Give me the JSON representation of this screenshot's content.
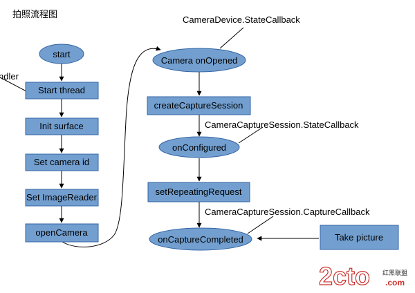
{
  "title": "拍照流程图",
  "nodes": {
    "start": "start",
    "start_thread": "Start thread",
    "init_surface": "Init surface",
    "set_camera_id": "Set camera id",
    "set_image_reader": "Set ImageReader",
    "open_camera": "openCamera",
    "camera_opened": "Camera onOpened",
    "create_session": "createCaptureSession",
    "on_configured": "onConfigured",
    "set_repeating": "setRepeatingRequest",
    "on_capture_completed": "onCaptureCompleted",
    "take_picture": "Take picture"
  },
  "labels": {
    "device_callback": "CameraDevice.StateCallback",
    "session_state_callback": "CameraCaptureSession.StateCallback",
    "capture_callback": "CameraCaptureSession.CaptureCallback",
    "handler_fragment": "ndler"
  },
  "watermark": {
    "brand": "2cto",
    "domain": ".com",
    "chinese": "红黑联盟"
  },
  "colors": {
    "node_fill": "#729fcf",
    "node_stroke": "#3465a4",
    "line": "#000000",
    "watermark_red": "#c9302c"
  }
}
